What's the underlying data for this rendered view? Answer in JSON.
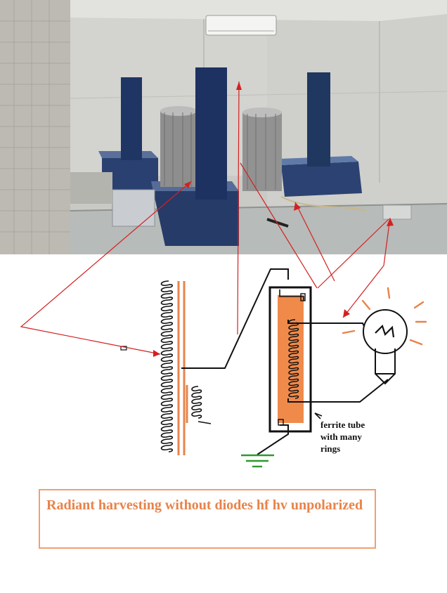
{
  "annotation": {
    "ferrite_label": [
      "ferrite tube",
      "with many",
      "rings"
    ]
  },
  "caption": {
    "text": "Radiant harvesting without diodes hf hv unpolarized"
  },
  "colors": {
    "pointer_red": "#d42020",
    "coil_orange": "#e8834a",
    "ferrite_fill": "#f08a4b",
    "ground_green": "#2c9a2c",
    "tower_blue": "#1f3563",
    "photo_wall": "#c8c8c4"
  },
  "icons": [
    "light-bulb-icon",
    "ground-symbol-icon"
  ]
}
